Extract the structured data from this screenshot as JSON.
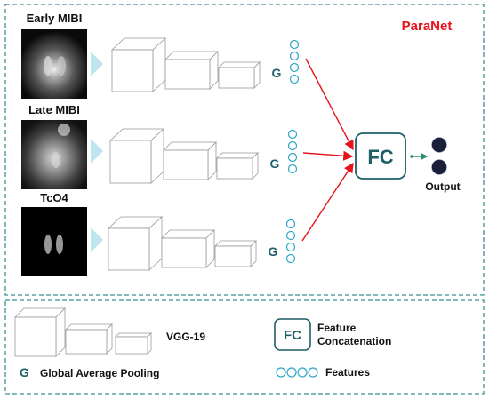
{
  "title": "ParaNet",
  "rows": [
    {
      "label": "Early MIBI",
      "pool_symbol": "G"
    },
    {
      "label": "Late MIBI",
      "pool_symbol": "G"
    },
    {
      "label": "TcO4",
      "pool_symbol": "G"
    }
  ],
  "fc_node": {
    "label": "FC"
  },
  "output": {
    "label": "Output",
    "node_count": 2
  },
  "legend": {
    "vgg": {
      "label": "VGG-19"
    },
    "fc": {
      "symbol": "FC",
      "label_line1": "Feature",
      "label_line2": "Concatenation"
    },
    "pool": {
      "symbol": "G",
      "label": "Global Average Pooling"
    },
    "features": {
      "label": "Features"
    }
  },
  "colors": {
    "frame": "#3f8f96",
    "teal_text": "#1f5f66",
    "arrow_red": "#e8121b",
    "title_red": "#e8121b",
    "feature_circle": "#2ca7c7",
    "output_node": "#1a1f3a",
    "funnel": "#bfe5ee"
  }
}
